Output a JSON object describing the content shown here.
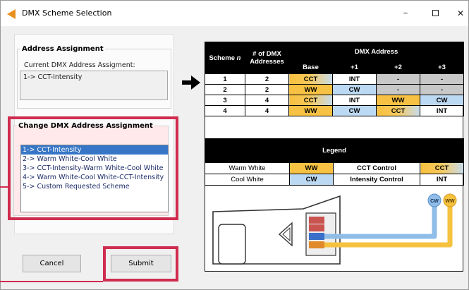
{
  "window": {
    "title": "DMX Scheme Selection",
    "icon": "orange-triangle-icon",
    "controls": {
      "minimize": "–",
      "close": "✕"
    }
  },
  "address_assignment": {
    "legend": "Address Assignment",
    "current_label": "Current DMX Address Assigment:",
    "current_value": "1-> CCT-Intensity"
  },
  "change_assignment": {
    "legend": "Change DMX Address Assignment",
    "options": [
      "1-> CCT-Intensity",
      "2-> Warm White-Cool White",
      "3-> CCT-Intensity-Warm White-Cool White",
      "4-> Warm White-Cool White-CCT-Intensity",
      "5-> Custom Requested Scheme"
    ],
    "selected_index": 0
  },
  "buttons": {
    "cancel": "Cancel",
    "submit": "Submit"
  },
  "colors": {
    "highlight": "#cf2c4f",
    "warm_white": "#f7c244",
    "cool_white": "#bcd9f3",
    "selection": "#3776c6"
  },
  "scheme_table": {
    "scheme_header": "Scheme",
    "scheme_var": "n",
    "addr_count_header": "# of DMX Addresses",
    "dmx_address_header": "DMX Address",
    "sub_headers": [
      "Base",
      "+1",
      "+2",
      "+3"
    ],
    "rows": [
      {
        "scheme": "1",
        "count": "2",
        "cells": [
          "CCT",
          "INT",
          "-",
          "-"
        ]
      },
      {
        "scheme": "2",
        "count": "2",
        "cells": [
          "WW",
          "CW",
          "-",
          "-"
        ]
      },
      {
        "scheme": "3",
        "count": "4",
        "cells": [
          "CCT",
          "INT",
          "WW",
          "CW"
        ]
      },
      {
        "scheme": "4",
        "count": "4",
        "cells": [
          "WW",
          "CW",
          "CCT",
          "INT"
        ]
      }
    ]
  },
  "legend_table": {
    "title": "Legend",
    "rows": [
      {
        "name": "Warm White",
        "code": "WW",
        "control": "CCT Control",
        "control_code": "CCT"
      },
      {
        "name": "Cool White",
        "code": "CW",
        "control": "Intensity Control",
        "control_code": "INT"
      }
    ]
  },
  "device": {
    "wire_labels": [
      "CW",
      "WW"
    ]
  }
}
